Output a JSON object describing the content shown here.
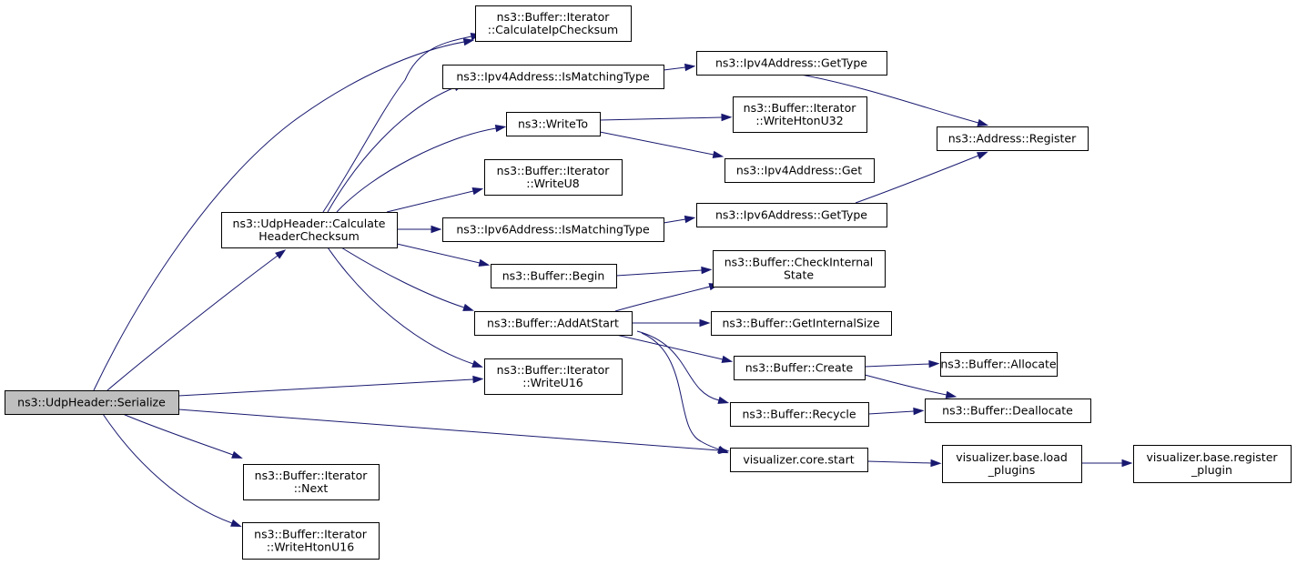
{
  "colors": {
    "edge": "#191970",
    "root_fill": "#bfbfbf",
    "node_fill": "#ffffff",
    "border": "#000000"
  },
  "nodes": {
    "serialize": [
      "ns3::UdpHeader::Serialize"
    ],
    "calc_header_checksum": [
      "ns3::UdpHeader::Calculate",
      "HeaderChecksum"
    ],
    "calc_ip_checksum": [
      "ns3::Buffer::Iterator",
      "::CalculateIpChecksum"
    ],
    "ipv4_is_matching": [
      "ns3::Ipv4Address::IsMatchingType"
    ],
    "ipv4_get_type": [
      "ns3::Ipv4Address::GetType"
    ],
    "address_register": [
      "ns3::Address::Register"
    ],
    "write_to": [
      "ns3::WriteTo"
    ],
    "write_hton_u32": [
      "ns3::Buffer::Iterator",
      "::WriteHtonU32"
    ],
    "ipv4_get": [
      "ns3::Ipv4Address::Get"
    ],
    "write_u8": [
      "ns3::Buffer::Iterator",
      "::WriteU8"
    ],
    "ipv6_is_matching": [
      "ns3::Ipv6Address::IsMatchingType"
    ],
    "ipv6_get_type": [
      "ns3::Ipv6Address::GetType"
    ],
    "begin": [
      "ns3::Buffer::Begin"
    ],
    "check_internal_state": [
      "ns3::Buffer::CheckInternal",
      "State"
    ],
    "add_at_start": [
      "ns3::Buffer::AddAtStart"
    ],
    "get_internal_size": [
      "ns3::Buffer::GetInternalSize"
    ],
    "create": [
      "ns3::Buffer::Create"
    ],
    "allocate": [
      "ns3::Buffer::Allocate"
    ],
    "write_u16": [
      "ns3::Buffer::Iterator",
      "::WriteU16"
    ],
    "recycle": [
      "ns3::Buffer::Recycle"
    ],
    "deallocate": [
      "ns3::Buffer::Deallocate"
    ],
    "viz_start": [
      "visualizer.core.start"
    ],
    "load_plugins": [
      "visualizer.base.load",
      "_plugins"
    ],
    "register_plugin": [
      "visualizer.base.register",
      "_plugin"
    ],
    "next": [
      "ns3::Buffer::Iterator",
      "::Next"
    ],
    "write_hton_u16": [
      "ns3::Buffer::Iterator",
      "::WriteHtonU16"
    ]
  },
  "edges": [
    [
      "serialize",
      "calc_header_checksum"
    ],
    [
      "serialize",
      "calc_ip_checksum"
    ],
    [
      "serialize",
      "write_u16"
    ],
    [
      "serialize",
      "viz_start"
    ],
    [
      "serialize",
      "next"
    ],
    [
      "serialize",
      "write_hton_u16"
    ],
    [
      "calc_header_checksum",
      "calc_ip_checksum"
    ],
    [
      "calc_header_checksum",
      "ipv4_is_matching"
    ],
    [
      "calc_header_checksum",
      "write_to"
    ],
    [
      "calc_header_checksum",
      "write_u8"
    ],
    [
      "calc_header_checksum",
      "ipv6_is_matching"
    ],
    [
      "calc_header_checksum",
      "begin"
    ],
    [
      "calc_header_checksum",
      "add_at_start"
    ],
    [
      "calc_header_checksum",
      "write_u16"
    ],
    [
      "ipv4_is_matching",
      "ipv4_get_type"
    ],
    [
      "ipv4_get_type",
      "address_register"
    ],
    [
      "write_to",
      "write_hton_u32"
    ],
    [
      "write_to",
      "ipv4_get"
    ],
    [
      "ipv6_is_matching",
      "ipv6_get_type"
    ],
    [
      "ipv6_get_type",
      "address_register"
    ],
    [
      "begin",
      "check_internal_state"
    ],
    [
      "add_at_start",
      "check_internal_state"
    ],
    [
      "add_at_start",
      "get_internal_size"
    ],
    [
      "add_at_start",
      "create"
    ],
    [
      "add_at_start",
      "recycle"
    ],
    [
      "add_at_start",
      "viz_start"
    ],
    [
      "create",
      "allocate"
    ],
    [
      "create",
      "deallocate"
    ],
    [
      "recycle",
      "deallocate"
    ],
    [
      "viz_start",
      "load_plugins"
    ],
    [
      "load_plugins",
      "register_plugin"
    ]
  ]
}
